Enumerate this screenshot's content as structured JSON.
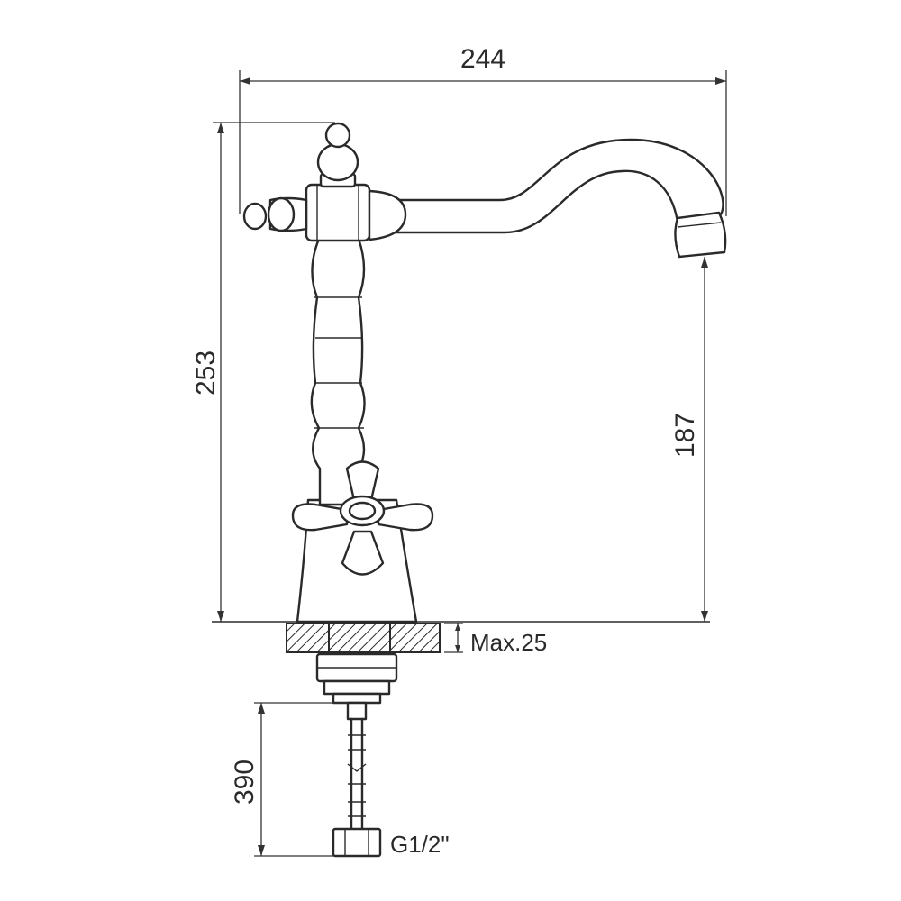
{
  "dimensions": {
    "width": "244",
    "height_total": "253",
    "spout_height": "187",
    "max_thickness": "Max.25",
    "hose_length": "390",
    "thread": "G1/2\""
  },
  "colors": {
    "line": "#2a2a2a",
    "background": "#ffffff"
  }
}
